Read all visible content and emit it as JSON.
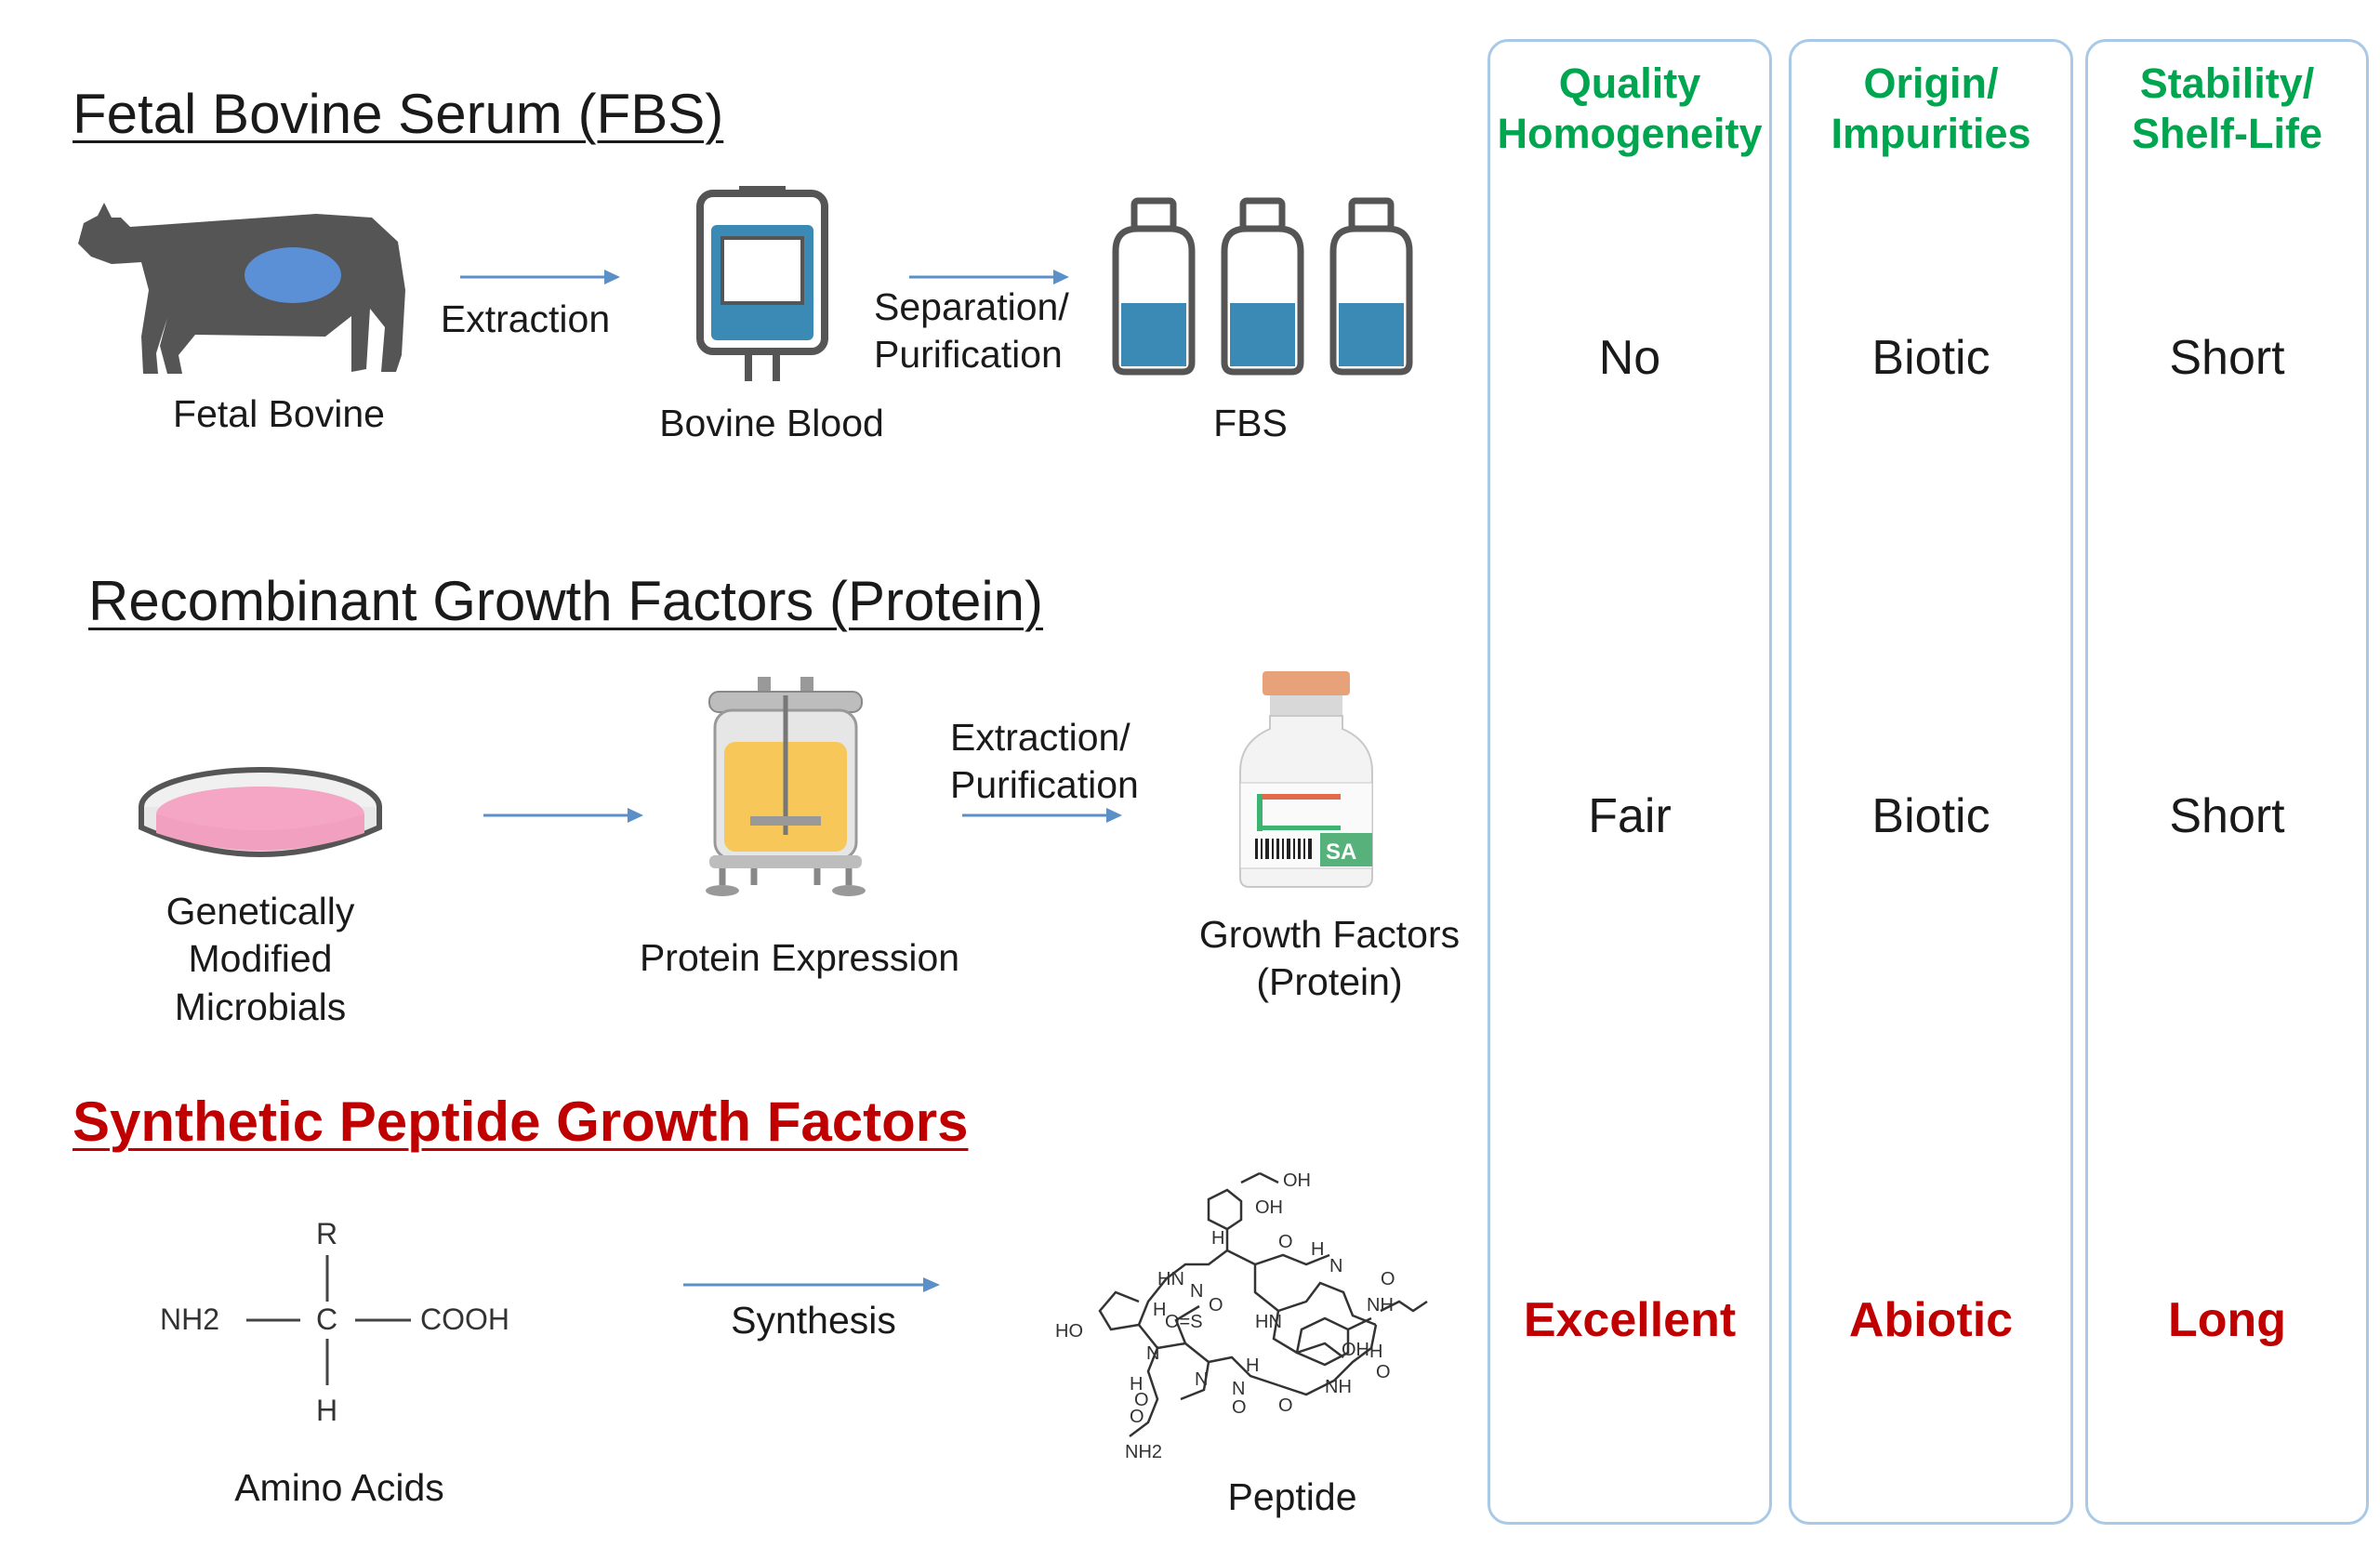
{
  "sections": [
    {
      "title": "Fetal Bovine Serum (FBS)",
      "nodes": [
        "Fetal Bovine",
        "Bovine Blood",
        "FBS"
      ],
      "steps": [
        "Extraction",
        "Separation/\nPurification"
      ]
    },
    {
      "title": "Recombinant Growth Factors (Protein)",
      "nodes": [
        "Genetically\nModified\nMicrobials",
        "Protein Expression",
        "Growth Factors\n(Protein)"
      ],
      "steps": [
        "",
        "Extraction/\nPurification"
      ]
    },
    {
      "title": "Synthetic Peptide Growth Factors",
      "nodes": [
        "Amino Acids",
        "Peptide"
      ],
      "steps": [
        "Synthesis"
      ]
    }
  ],
  "amino_acid": {
    "top": "R",
    "left": "NH2",
    "center": "C",
    "right": "COOH",
    "bottom": "H"
  },
  "peptide_labels": [
    "OH",
    "OH",
    "H",
    "HN",
    "O",
    "H",
    "N",
    "O",
    "N",
    "H",
    "O",
    "NH",
    "HO",
    "N",
    "O=S",
    "HN",
    "OH",
    "H",
    "O",
    "N",
    "H",
    "O",
    "N",
    "NH",
    "O",
    "O",
    "O",
    "NH2",
    "H"
  ],
  "vial_label": "SA",
  "columns": [
    {
      "header": "Quality\nHomogeneity",
      "values": [
        "No",
        "Fair",
        "Excellent"
      ]
    },
    {
      "header": "Origin/\nImpurities",
      "values": [
        "Biotic",
        "Biotic",
        "Abiotic"
      ]
    },
    {
      "header": "Stability/\nShelf-Life",
      "values": [
        "Short",
        "Short",
        "Long"
      ]
    }
  ],
  "colors": {
    "highlight": "#c00000",
    "header": "#00a550",
    "arrow": "#5b8fc7",
    "column_border": "#a9c9e6",
    "fluid_blue": "#3a8ab5",
    "medium_pink": "#f4a6c4"
  }
}
